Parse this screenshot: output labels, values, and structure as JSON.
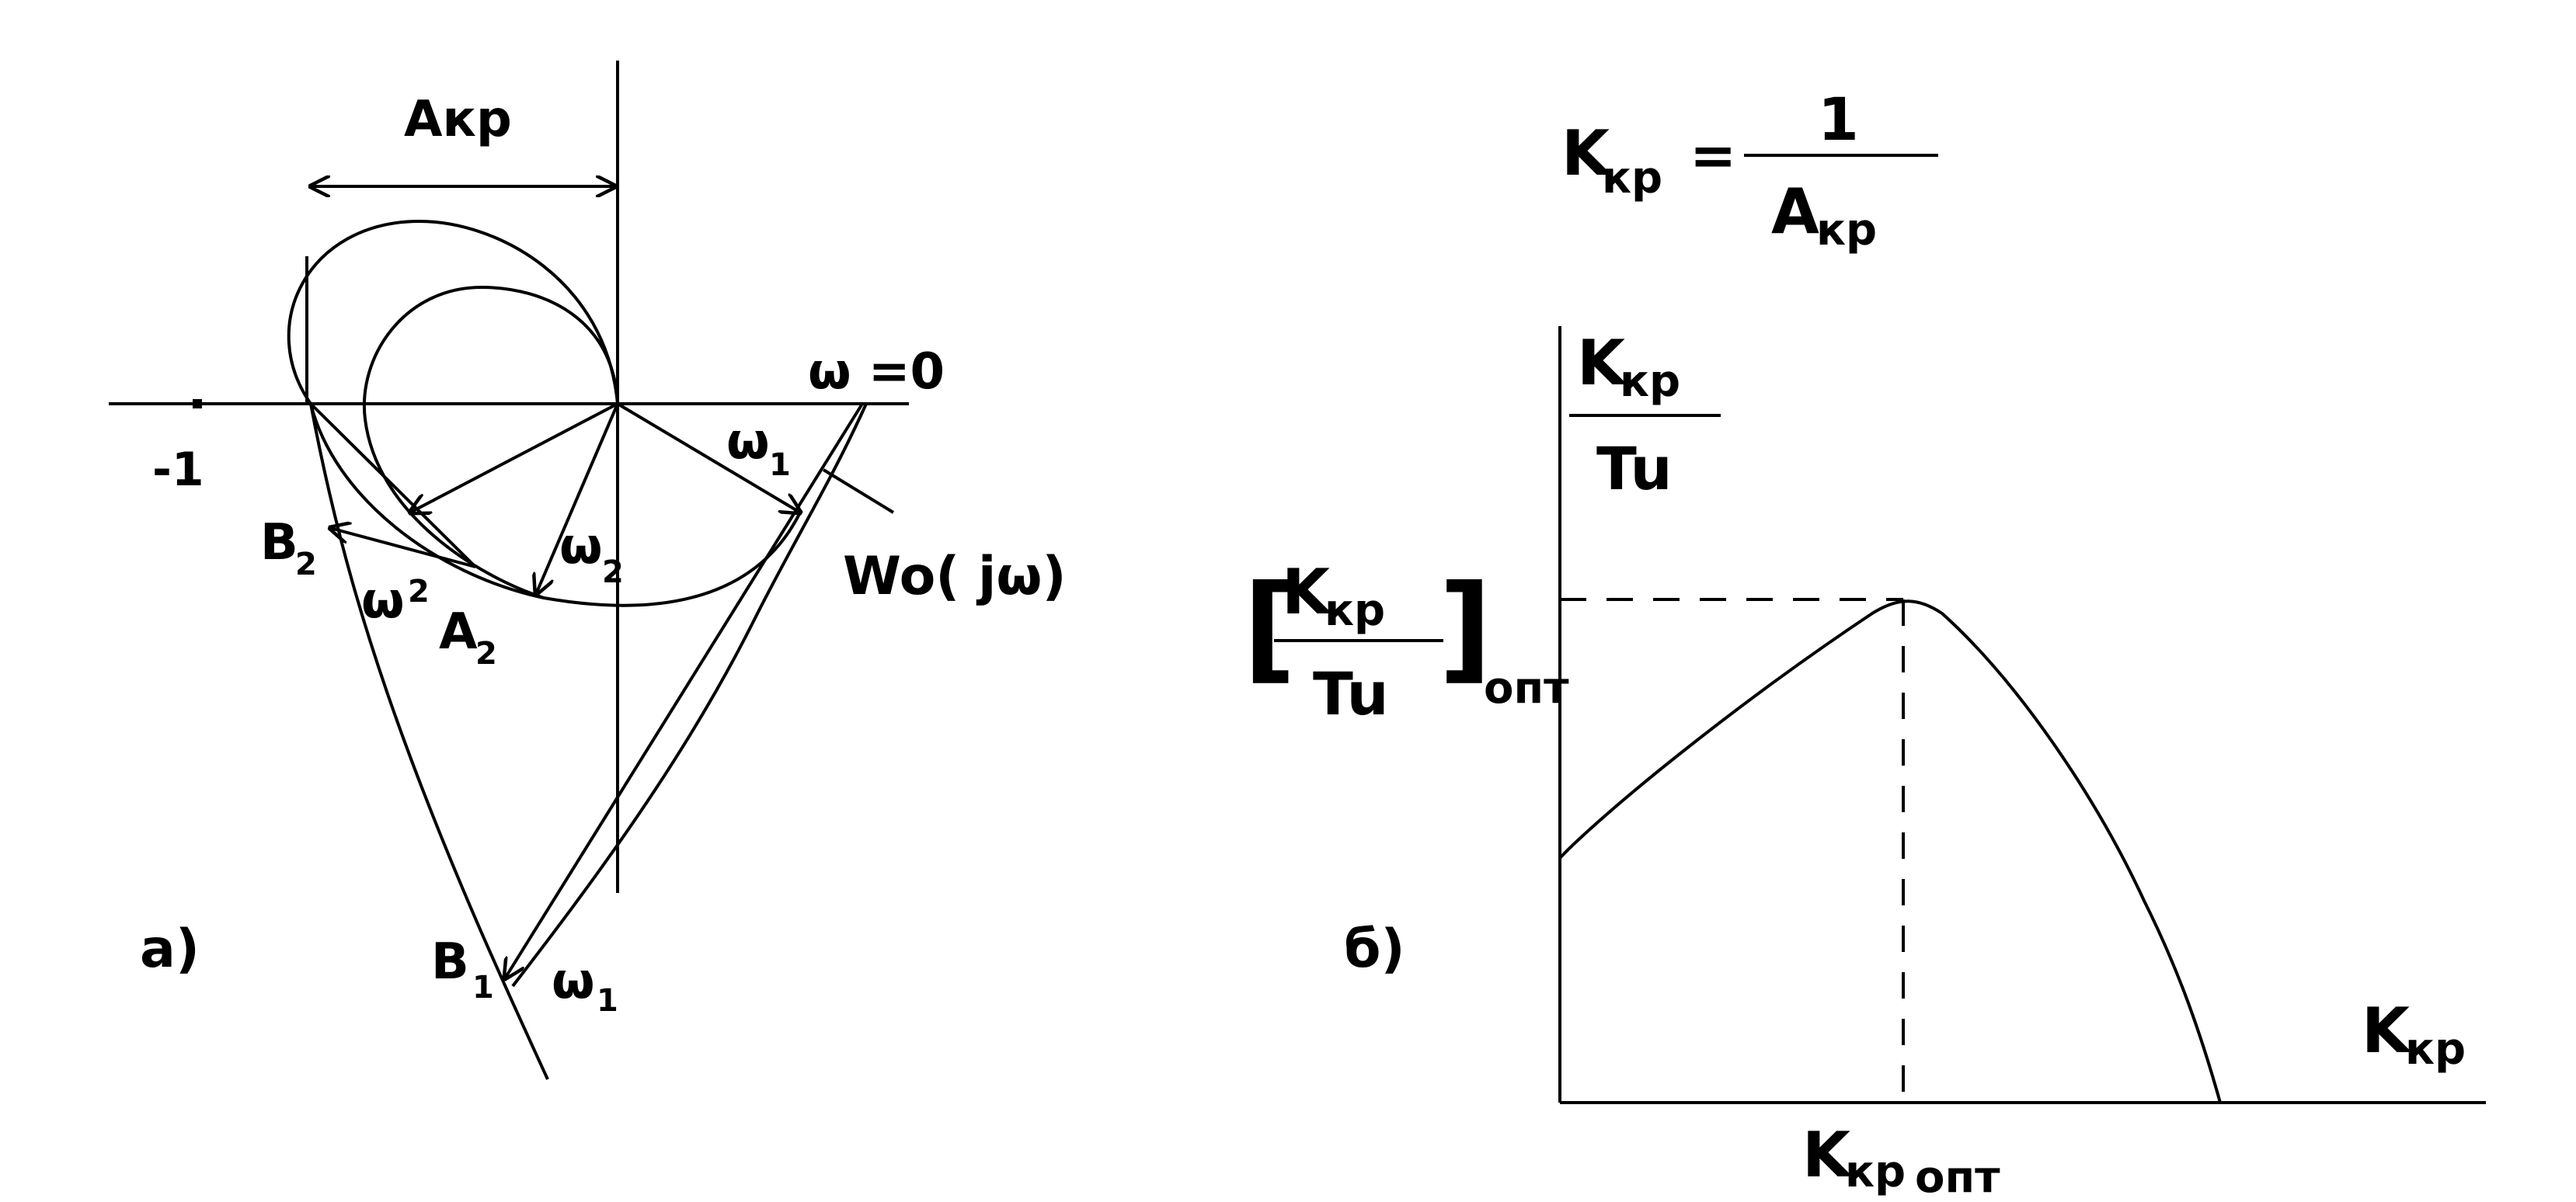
{
  "panel_a": {
    "label": "а)",
    "a_cr": "Акр",
    "minus_one": "-1",
    "omega_zero": "ω =0",
    "omega1_upper": "ω",
    "omega1_upper_sub": "1",
    "nyquist_label": "Wo( jω)",
    "b2": "B",
    "b2_sub": "2",
    "omega2_inner": "ω",
    "omega2_inner_sub": "2",
    "omega2_left": "ω",
    "omega2_left_sub": "2",
    "a2": "A",
    "a2_sub": "2",
    "b1": "B",
    "b1_sub": "1",
    "omega1_lower": "ω",
    "omega1_lower_sub": "1"
  },
  "formula": {
    "lhs_main": "K",
    "lhs_sub": "кр",
    "equals": "=",
    "numerator": "1",
    "denom_main": "A",
    "denom_sub": "кр"
  },
  "panel_b": {
    "label": "б)",
    "ylabel_num": "K",
    "ylabel_num_sub": "кр",
    "ylabel_den": "Tu",
    "opt_num": "K",
    "opt_num_sub": "кр",
    "opt_den": "Tu",
    "opt_sub": "опт",
    "xlabel_main": "K",
    "xlabel_sub": "кр",
    "xopt_main": "K",
    "xopt_sub": "кр",
    "xopt_subsub": "опт"
  }
}
